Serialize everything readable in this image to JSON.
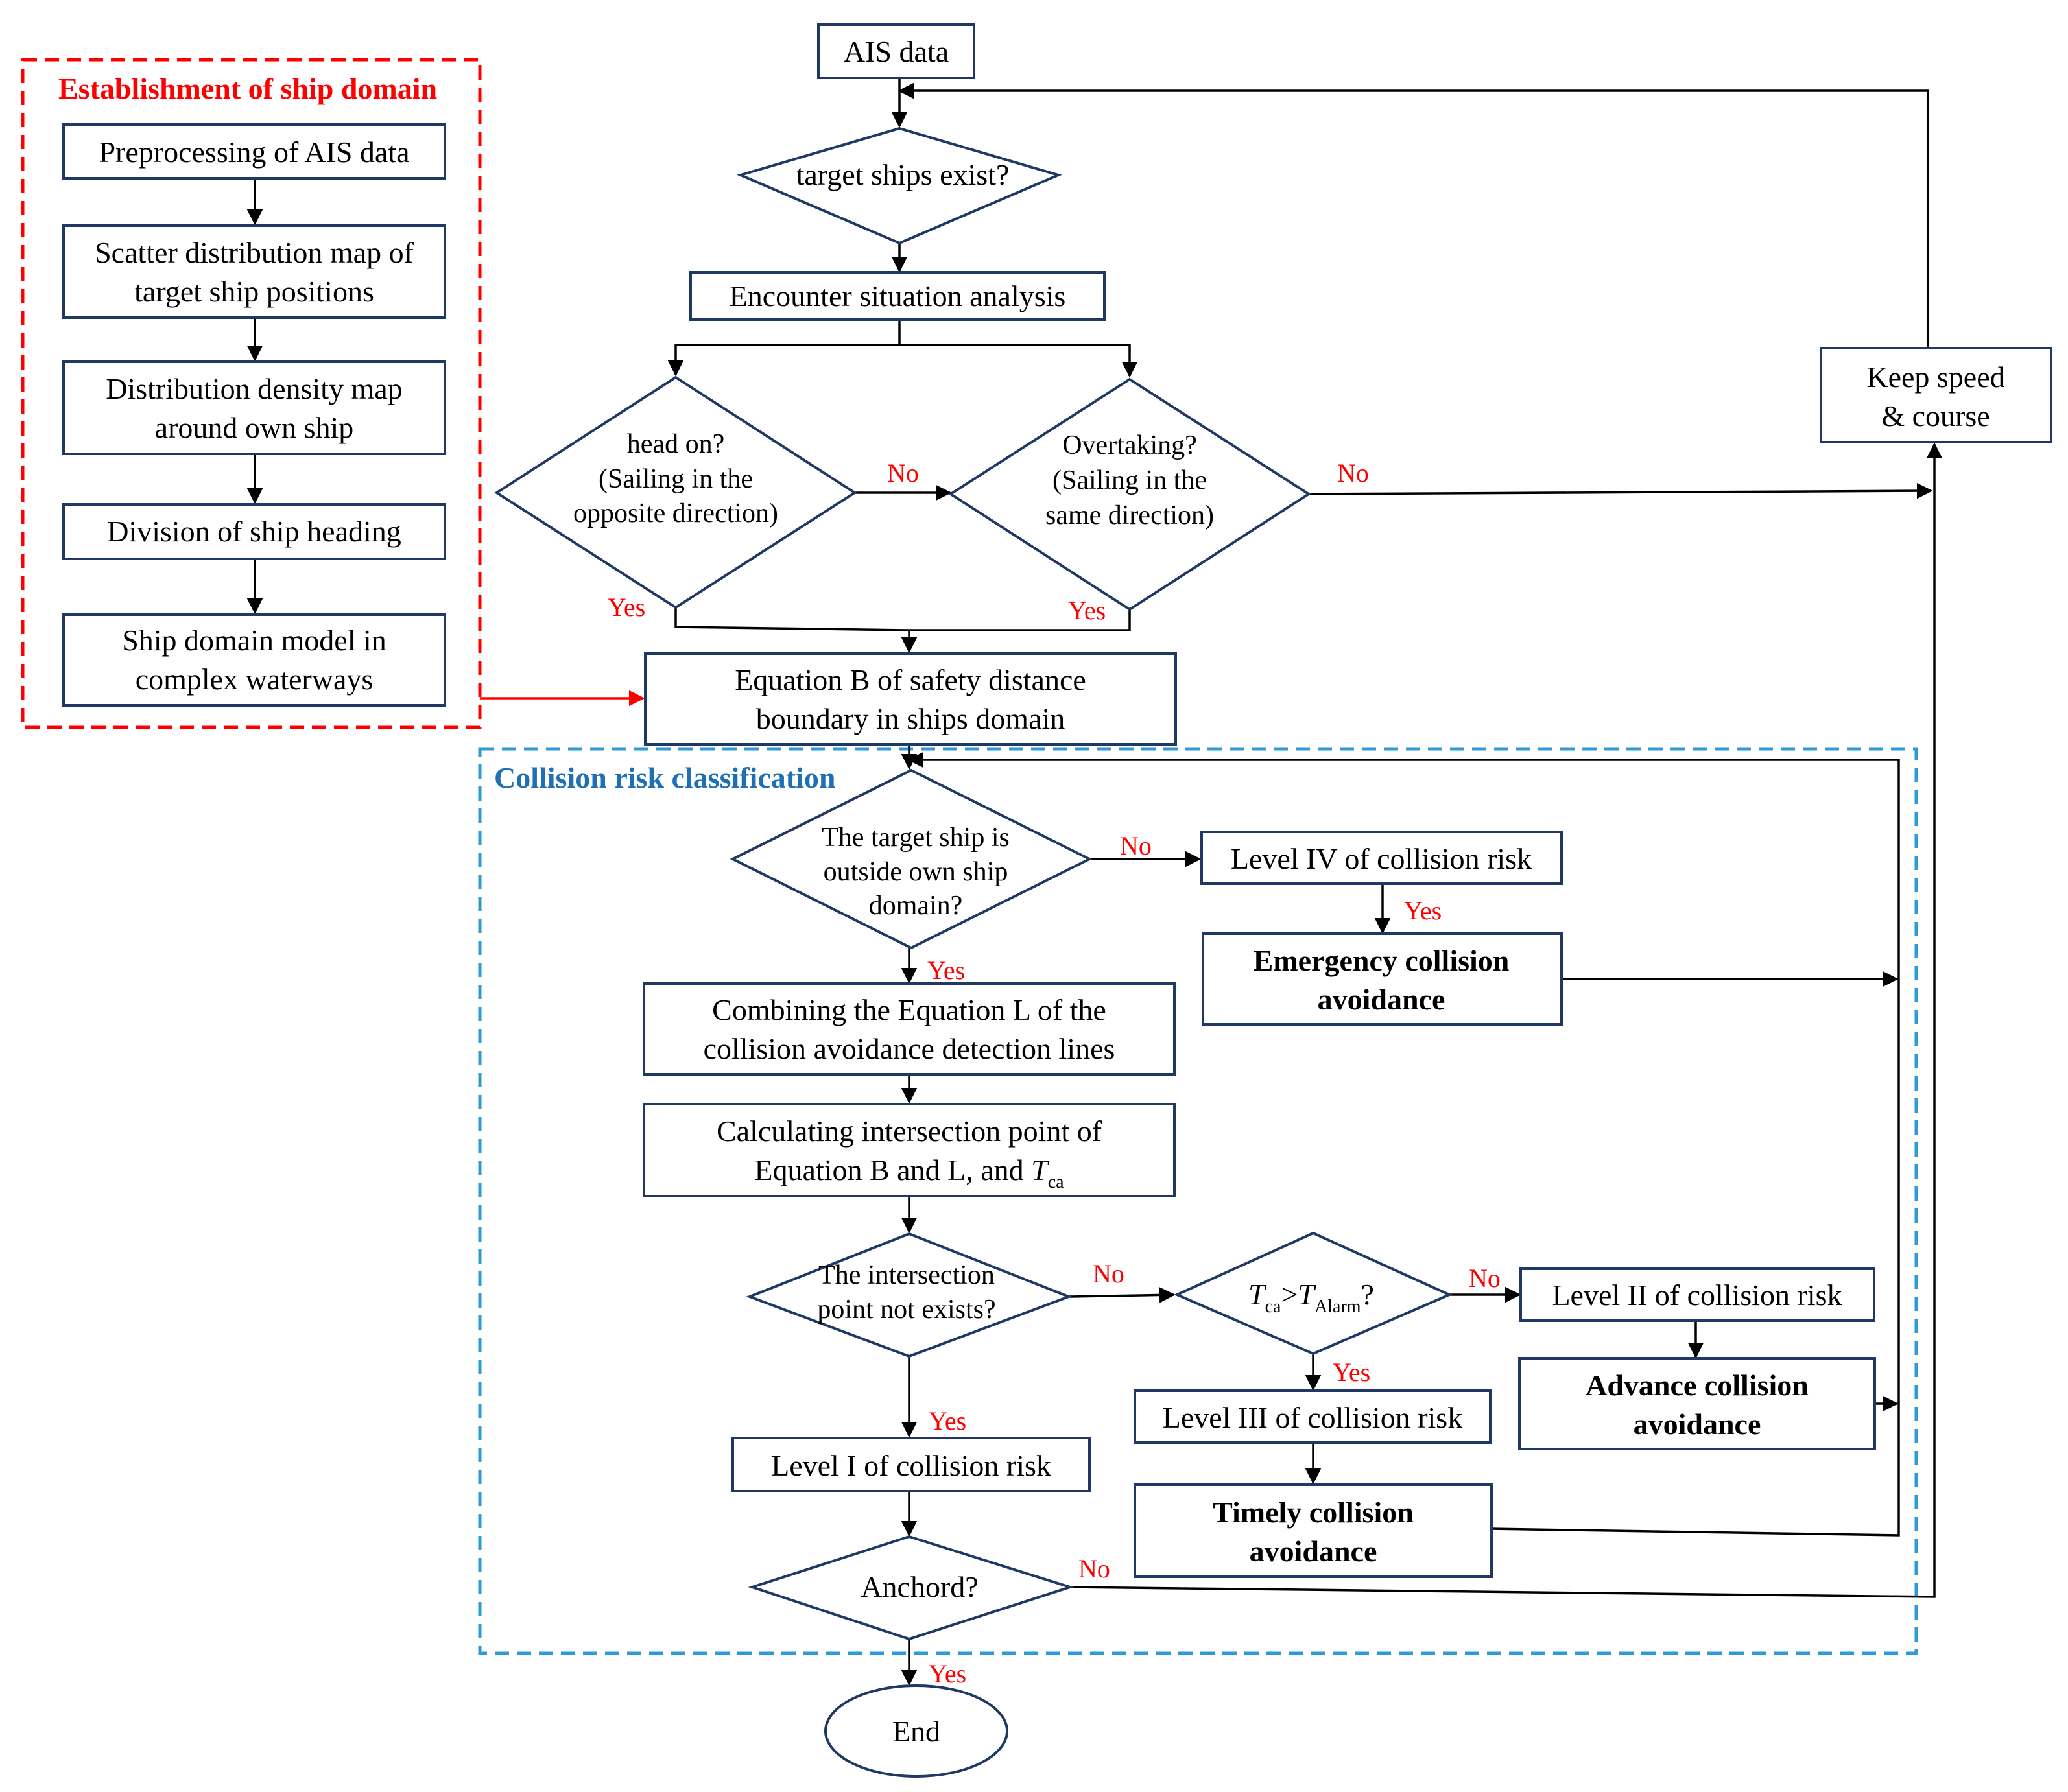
{
  "groups": {
    "ship_domain": "Establishment of ship domain",
    "collision_risk": "Collision risk classification"
  },
  "nodes": {
    "ais_data": "AIS data",
    "target_ships_exist": "target ships exist?",
    "encounter_analysis": "Encounter  situation analysis",
    "head_on": [
      "head on?",
      "(Sailing in the",
      "opposite direction)"
    ],
    "overtaking": [
      "Overtaking?",
      "(Sailing in the",
      "same direction)"
    ],
    "keep_speed": [
      "Keep speed",
      "& course"
    ],
    "preprocessing": "Preprocessing of AIS data",
    "scatter_map": [
      "Scatter distribution map of",
      "target ship positions"
    ],
    "density_map": [
      "Distribution density map",
      "around own ship"
    ],
    "division_heading": "Division of ship heading",
    "domain_model": [
      "Ship domain model in",
      "complex waterways"
    ],
    "equation_b": [
      "Equation B of  safety distance",
      "boundary in ships domain"
    ],
    "outside_domain": [
      "The target ship is",
      "outside own ship",
      "domain?"
    ],
    "level_iv": "Level IV of collision risk",
    "emergency_avoidance": [
      "Emergency collision",
      "avoidance"
    ],
    "combining_equation_l": [
      "Combining  the Equation L of the",
      "collision avoidance detection lines"
    ],
    "calc_intersection": [
      "Calculating intersection point of",
      "Equation B and L, and "
    ],
    "t_ca": {
      "var": "T",
      "sub": "ca"
    },
    "intersection_not_exists": [
      "The intersection",
      "point not exists?"
    ],
    "tca_gt_talarm": {
      "t1": "T",
      "s1": "ca",
      "op": ">",
      "t2": "T",
      "s2": "Alarm",
      "q": "?"
    },
    "level_ii": "Level II of collision risk",
    "advance_avoidance": [
      "Advance collision",
      "avoidance"
    ],
    "level_iii": "Level III of collision risk",
    "timely_avoidance": [
      "Timely collision",
      "avoidance"
    ],
    "level_i": "Level I of collision risk",
    "anchord": "Anchord?",
    "end": "End"
  },
  "edge_labels": {
    "yes": "Yes",
    "no": "No"
  },
  "colors": {
    "node_border": "#1f3864",
    "domain_group": "#ff0000",
    "risk_group": "#2e9bd6",
    "risk_title": "#1f6fb5",
    "edge_label": "#ff0000"
  }
}
